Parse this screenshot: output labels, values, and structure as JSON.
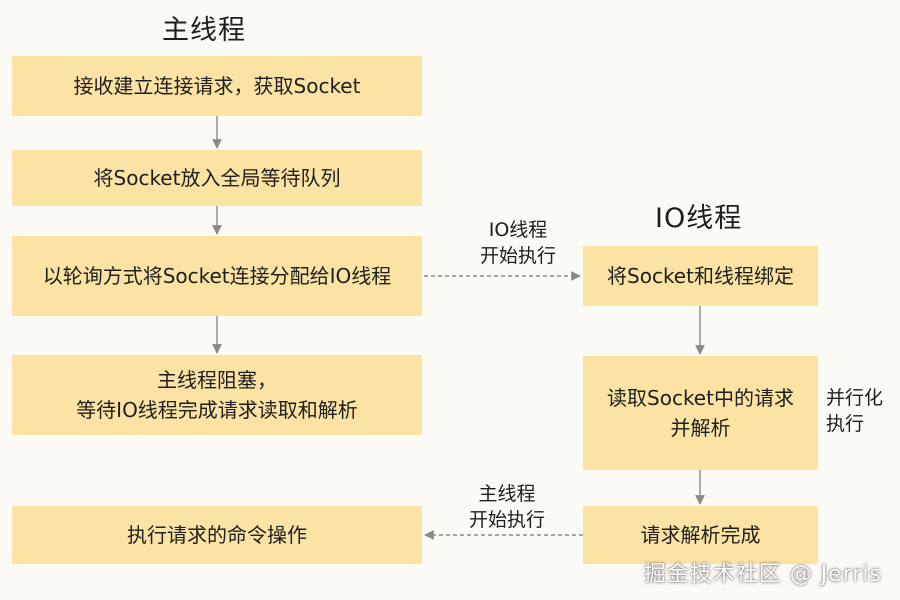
{
  "main_thread": {
    "title": "主线程",
    "steps": [
      "接收建立连接请求，获取Socket",
      "将Socket放入全局等待队列",
      "以轮询方式将Socket连接分配给IO线程",
      "主线程阻塞，\n等待IO线程完成请求读取和解析",
      "执行请求的命令操作"
    ]
  },
  "io_thread": {
    "title": "IO线程",
    "steps": [
      "将Socket和线程绑定",
      "读取Socket中的请求\n并解析",
      "请求解析完成"
    ],
    "parallel_label": "并行化\n执行"
  },
  "transitions": {
    "to_io": "IO线程\n开始执行",
    "to_main": "主线程\n开始执行"
  },
  "watermark": "掘金技术社区 @ Jerris",
  "colors": {
    "box_fill": "#fbe3a4",
    "arrow": "#8a8a8a",
    "background": "#fbfaf5"
  }
}
